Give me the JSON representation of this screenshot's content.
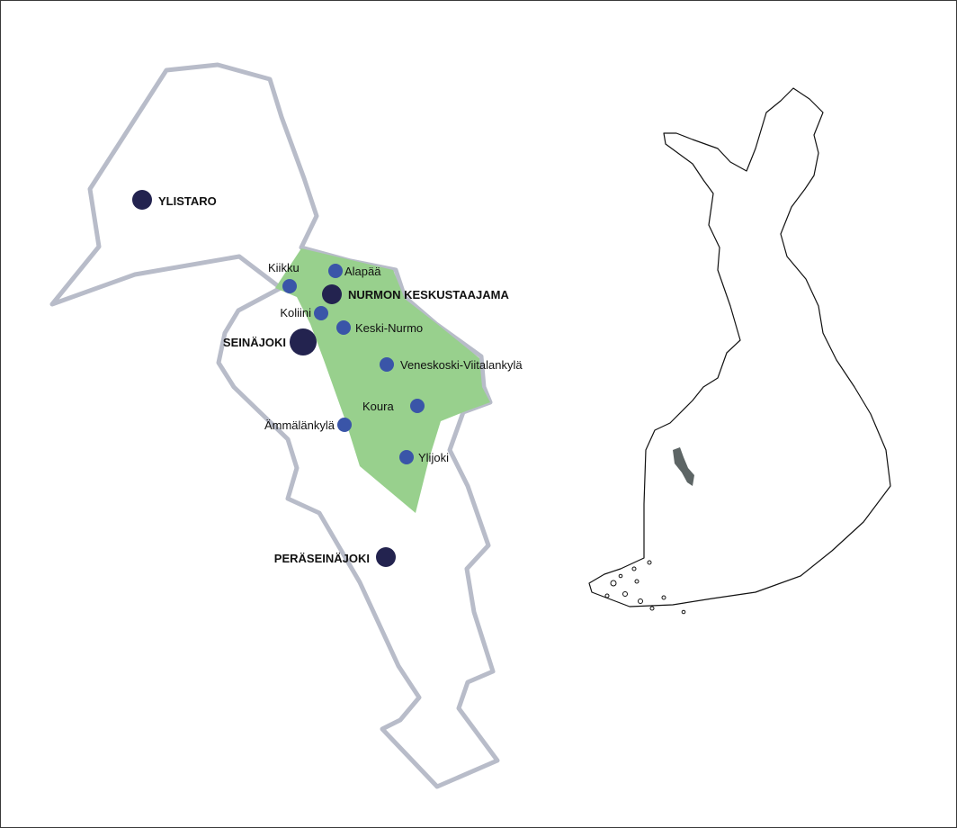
{
  "colors": {
    "border": "#b8bcc9",
    "highlight": "#98d08d",
    "major_dot": "#23234f",
    "minor_dot": "#3a55a8",
    "finland_outline": "#111111",
    "finland_region": "#5d6565"
  },
  "places": {
    "ylistaro": "YLISTARO",
    "nurmon_keskustaajama": "NURMON KESKUSTAAJAMA",
    "seinajoki": "SEINÄJOKI",
    "peraseinajoki": "PERÄSEINÄJOKI",
    "kiikku": "Kiikku",
    "alapaa": "Alapää",
    "koliini": "Koliini",
    "keski_nurmo": "Keski-Nurmo",
    "veneskoski": "Veneskoski-Viitalankylä",
    "koura": "Koura",
    "ammalankyla": "Ämmälänkylä",
    "ylijoki": "Ylijoki"
  }
}
